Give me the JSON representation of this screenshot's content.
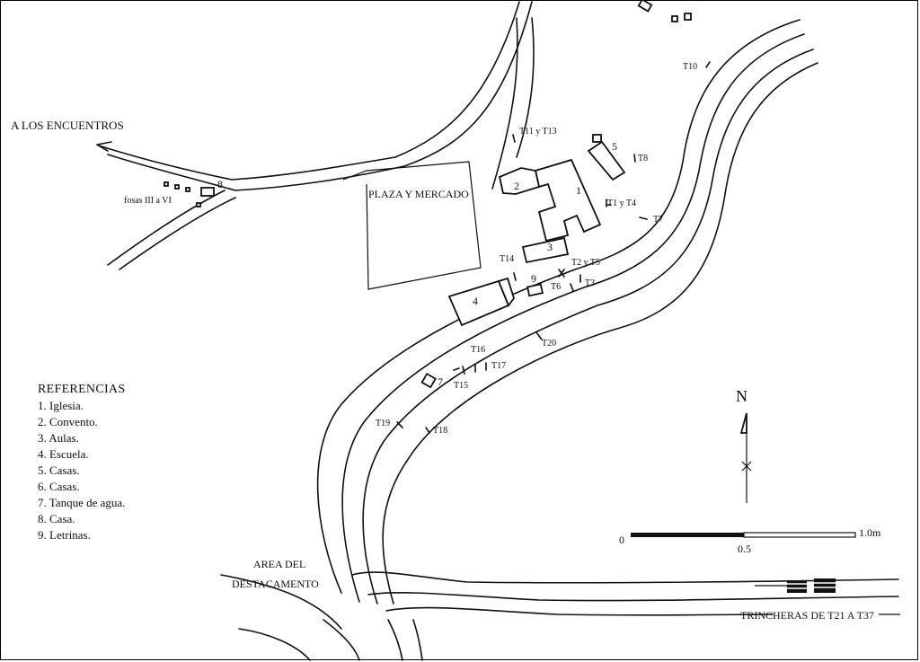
{
  "labels": {
    "to_encuentros": "A LOS ENCUENTROS",
    "fosas": "fosas III a VI",
    "plaza": "PLAZA Y MERCADO",
    "area1": "AREA DEL",
    "area2": "DESTACAMENTO",
    "trincheras": "TRINCHERAS DE T21 A T37",
    "north": "N"
  },
  "trench_labels": {
    "t11_t13": "T11 y T13",
    "t10": "T10",
    "t8": "T8",
    "t1_t4": "T1 y T4",
    "t7": "T7",
    "t2_t5": "T2 y T5",
    "t14": "T14",
    "t6": "T6",
    "t3": "T3",
    "t20": "T20",
    "t16": "T16",
    "t17": "T17",
    "t15": "T15",
    "t19": "T19",
    "t18": "T18"
  },
  "building_numbers": {
    "n1": "1",
    "n2": "2",
    "n3": "3",
    "n4": "4",
    "n5": "5",
    "n7": "7",
    "n8": "8",
    "n9": "9"
  },
  "scale": {
    "zero": "0",
    "half": "0.5",
    "max": "1.0m"
  },
  "legend": {
    "title": "REFERENCIAS",
    "items": [
      "1. Iglesia.",
      "2. Convento.",
      "3. Aulas.",
      "4. Escuela.",
      "5. Casas.",
      "6. Casas.",
      "7. Tanque de agua.",
      "8. Casa.",
      "9. Letrinas."
    ]
  }
}
